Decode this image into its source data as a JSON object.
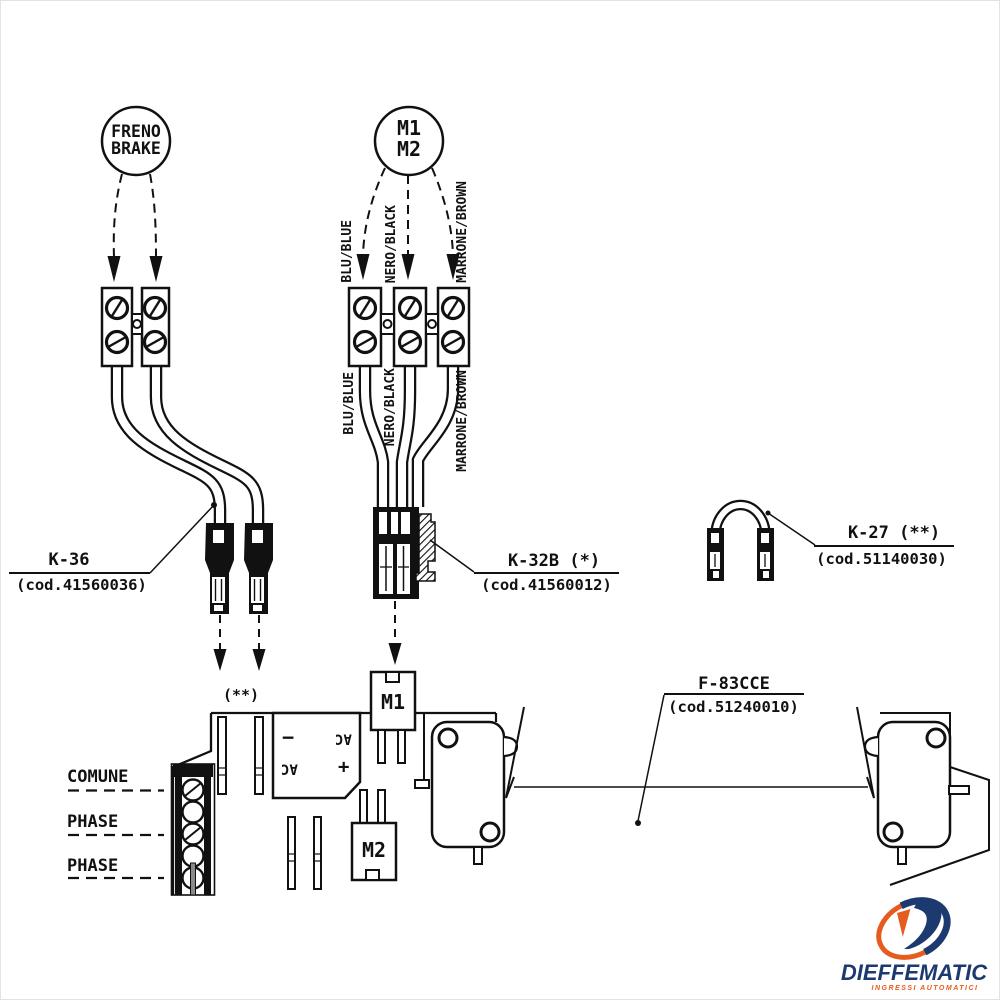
{
  "colors": {
    "ink": "#111111",
    "logo_blue": "#1c3a70",
    "logo_orange": "#e65c1e"
  },
  "freno_circle": {
    "line1": "FRENO",
    "line2": "BRAKE"
  },
  "motor_circle": {
    "line1": "M1",
    "line2": "M2"
  },
  "wire_labels_top": [
    "BLU/BLUE",
    "NERO/BLACK",
    "MARRONE/BROWN"
  ],
  "wire_labels_bottom": [
    "BLU/BLUE",
    "NERO/BLACK",
    "MARRONE/BROWN"
  ],
  "parts": {
    "k36": {
      "name": "K-36",
      "code": "(cod.41560036)"
    },
    "k32b": {
      "name": "K-32B (*)",
      "code": "(cod.41560012)"
    },
    "k27": {
      "name": "K-27 (**)",
      "code": "(cod.51140030)"
    },
    "f83cce": {
      "name": "F-83CCE",
      "code": "(cod.51240010)"
    }
  },
  "terminal_labels": {
    "comune": "COMUNE",
    "phase_1": "PHASE",
    "phase_2": "PHASE"
  },
  "rectifier": {
    "minus": "−",
    "ac_top": "AC",
    "ac_bottom": "AC",
    "plus": "+"
  },
  "connector_labels": {
    "m1": "M1",
    "m2": "M2",
    "double_star": "(**)"
  },
  "logo": {
    "brand": "DIEFFEMATIC",
    "tagline": "INGRESSI AUTOMATICI"
  }
}
